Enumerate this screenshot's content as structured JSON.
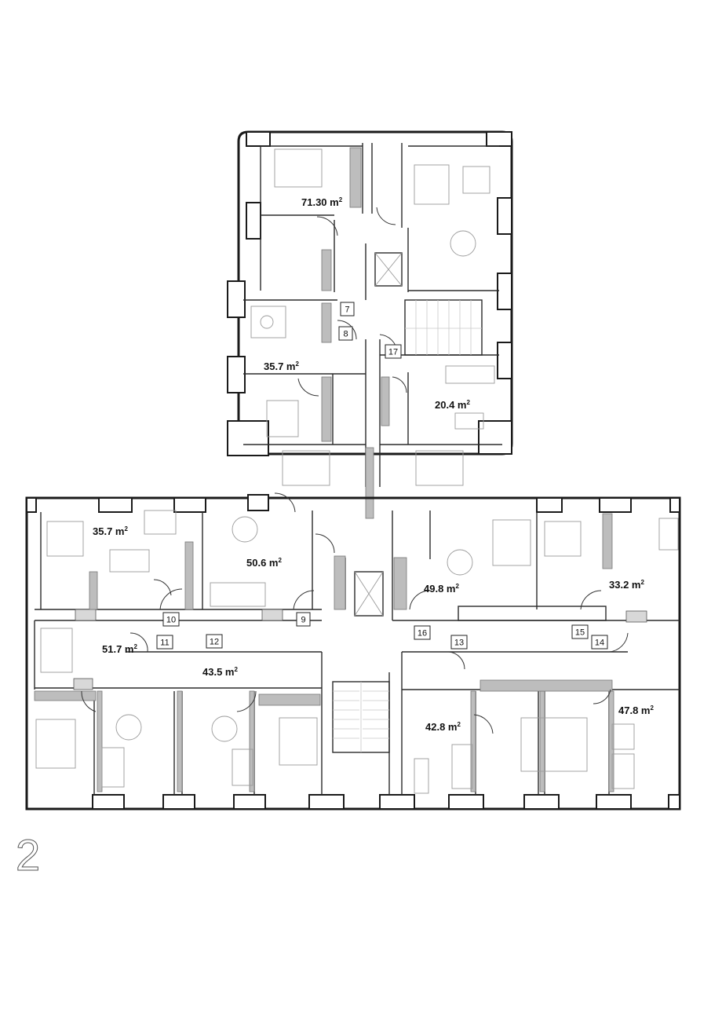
{
  "floor_label": "2",
  "apartments": [
    {
      "id": "apt-71-30",
      "area": "71.30 m",
      "exp": "2"
    },
    {
      "id": "apt-35-7-north",
      "area": "35.7 m",
      "exp": "2"
    },
    {
      "id": "apt-20-4",
      "area": "20.4 m",
      "exp": "2"
    },
    {
      "id": "apt-35-7-west",
      "area": "35.7 m",
      "exp": "2"
    },
    {
      "id": "apt-50-6",
      "area": "50.6 m",
      "exp": "2"
    },
    {
      "id": "apt-49-8",
      "area": "49.8 m",
      "exp": "2"
    },
    {
      "id": "apt-33-2",
      "area": "33.2 m",
      "exp": "2"
    },
    {
      "id": "apt-51-7",
      "area": "51.7 m",
      "exp": "2"
    },
    {
      "id": "apt-43-5",
      "area": "43.5 m",
      "exp": "2"
    },
    {
      "id": "apt-42-8",
      "area": "42.8 m",
      "exp": "2"
    },
    {
      "id": "apt-47-8",
      "area": "47.8 m",
      "exp": "2"
    }
  ],
  "unit_numbers": [
    "7",
    "8",
    "17",
    "9",
    "10",
    "11",
    "12",
    "13",
    "14",
    "15",
    "16"
  ]
}
